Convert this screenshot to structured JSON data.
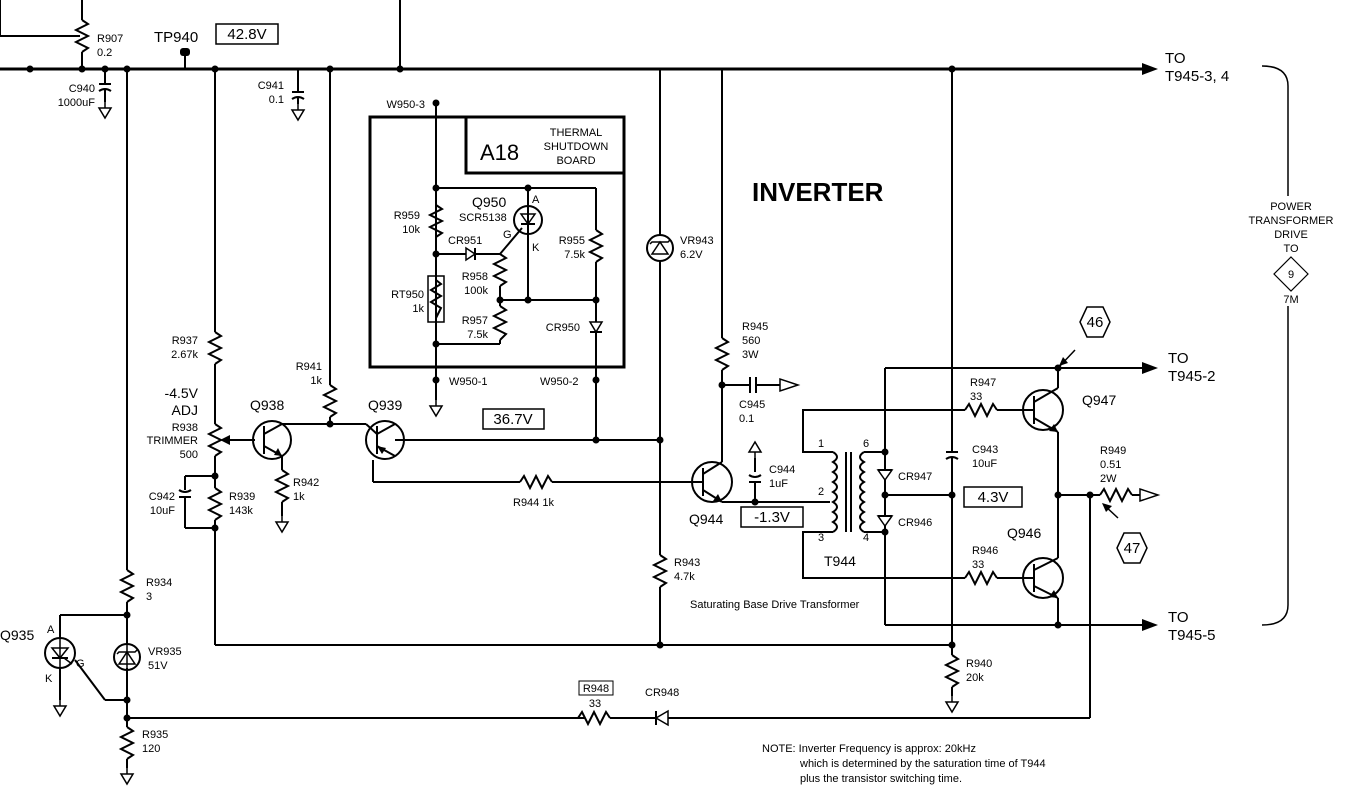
{
  "title": "INVERTER",
  "board": {
    "id": "A18",
    "line1": "THERMAL",
    "line2": "SHUTDOWN",
    "line3": "BOARD"
  },
  "test_point": {
    "name": "TP940",
    "voltage": "42.8V"
  },
  "voltages": {
    "v367": "36.7V",
    "vneg13": "-1.3V",
    "v43": "4.3V",
    "adj1": "-4.5V",
    "adj2": "ADJ"
  },
  "outputs": {
    "top": {
      "to": "TO",
      "dest": "T945-3, 4"
    },
    "mid": {
      "to": "TO",
      "dest": "T945-2"
    },
    "bot": {
      "to": "TO",
      "dest": "T945-5"
    }
  },
  "power_drive": {
    "l1": "POWER",
    "l2": "TRANSFORMER",
    "l3": "DRIVE",
    "l4": "TO",
    "sheet": "9",
    "coord": "7M"
  },
  "hex_refs": {
    "a": "46",
    "b": "47"
  },
  "wires_labels": {
    "w3": "W950-3",
    "w1": "W950-1",
    "w2": "W950-2"
  },
  "components": {
    "r907": {
      "ref": "R907",
      "val": "0.2"
    },
    "c940": {
      "ref": "C940",
      "val": "1000uF"
    },
    "c941": {
      "ref": "C941",
      "val": "0.1"
    },
    "r959": {
      "ref": "R959",
      "val": "10k"
    },
    "cr951": {
      "ref": "CR951"
    },
    "q950": {
      "ref": "Q950",
      "val": "SCR5138"
    },
    "r955": {
      "ref": "R955",
      "val": "7.5k"
    },
    "r958": {
      "ref": "R958",
      "val": "100k"
    },
    "rt950": {
      "ref": "RT950",
      "val": "1k"
    },
    "r957": {
      "ref": "R957",
      "val": "7.5k"
    },
    "cr950": {
      "ref": "CR950"
    },
    "vr943": {
      "ref": "VR943",
      "val": "6.2V"
    },
    "r945": {
      "ref": "R945",
      "val": "560",
      "val2": "3W"
    },
    "c945": {
      "ref": "C945",
      "val": "0.1"
    },
    "r937": {
      "ref": "R937",
      "val": "2.67k"
    },
    "r941": {
      "ref": "R941",
      "val": "1k"
    },
    "q938": {
      "ref": "Q938"
    },
    "q939": {
      "ref": "Q939"
    },
    "r938": {
      "ref": "R938",
      "val": "TRIMMER",
      "val2": "500"
    },
    "c942": {
      "ref": "C942",
      "val": "10uF"
    },
    "r939": {
      "ref": "R939",
      "val": "143k"
    },
    "r942": {
      "ref": "R942",
      "val": "1k"
    },
    "r944": {
      "ref": "R944 1k"
    },
    "c944": {
      "ref": "C944",
      "val": "1uF"
    },
    "q944": {
      "ref": "Q944"
    },
    "t944": {
      "ref": "T944",
      "desc": "Saturating Base Drive Transformer"
    },
    "r947": {
      "ref": "R947",
      "val": "33"
    },
    "q947": {
      "ref": "Q947"
    },
    "c943": {
      "ref": "C943",
      "val": "10uF"
    },
    "cr947": {
      "ref": "CR947"
    },
    "cr946": {
      "ref": "CR946"
    },
    "r949": {
      "ref": "R949",
      "val": "0.51",
      "val2": "2W"
    },
    "r946": {
      "ref": "R946",
      "val": "33"
    },
    "q946": {
      "ref": "Q946"
    },
    "r943": {
      "ref": "R943",
      "val": "4.7k"
    },
    "r934": {
      "ref": "R934",
      "val": "3"
    },
    "q935": {
      "ref": "Q935"
    },
    "vr935": {
      "ref": "VR935",
      "val": "51V"
    },
    "r935": {
      "ref": "R935",
      "val": "120"
    },
    "r940": {
      "ref": "R940",
      "val": "20k"
    },
    "r948": {
      "ref": "R948",
      "val": "33"
    },
    "cr948": {
      "ref": "CR948"
    }
  },
  "pins": {
    "a": "A",
    "k": "K",
    "g": "G",
    "t1": "1",
    "t2": "2",
    "t3": "3",
    "t4": "4",
    "t6": "6"
  },
  "note": {
    "l1": "NOTE: Inverter Frequency is approx: 20kHz",
    "l2": "which is determined by the saturation time of T944",
    "l3": "plus the transistor switching time."
  }
}
